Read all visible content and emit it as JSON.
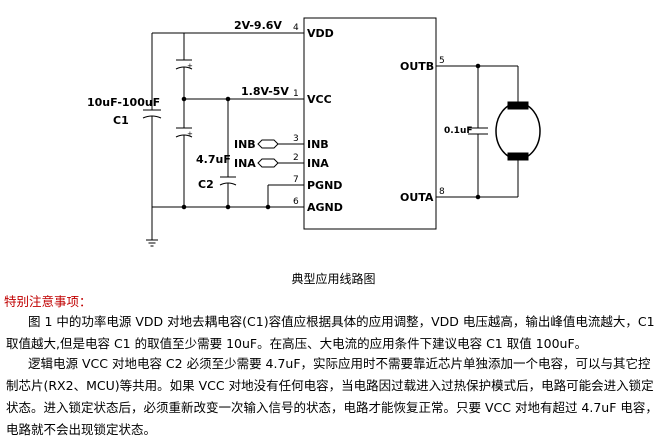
{
  "schematic": {
    "pins_left": [
      {
        "num": "4",
        "name": "VDD"
      },
      {
        "num": "1",
        "name": "VCC"
      },
      {
        "num": "3",
        "name": "INB"
      },
      {
        "num": "2",
        "name": "INA"
      },
      {
        "num": "7",
        "name": "PGND"
      },
      {
        "num": "6",
        "name": "AGND"
      }
    ],
    "pins_right": [
      {
        "num": "5",
        "name": "OUTB"
      },
      {
        "num": "8",
        "name": "OUTA"
      }
    ],
    "net_labels": {
      "vdd_range": "2V-9.6V",
      "vcc_range": "1.8V-5V"
    },
    "signal_inputs": {
      "inb": "INB",
      "ina": "INA"
    },
    "capacitors": {
      "c1_value": "10uF-100uF",
      "c1_name": "C1",
      "c2_value": "4.7uF",
      "c2_name": "C2",
      "out_value": "0.1uF"
    },
    "polarity_mark": "+",
    "colors": {
      "line": "#000000",
      "fill": "#ffffff"
    }
  },
  "caption": "典型应用线路图",
  "notes_title": "特别注意事项：",
  "paragraphs": [
    "图 1 中的功率电源 VDD 对地去耦电容(C1)容值应根据具体的应用调整，VDD 电压越高，输出峰值电流越大，C1 取值越大,但是电容 C1 的取值至少需要 10uF。在高压、大电流的应用条件下建议电容 C1 取值 100uF。",
    "逻辑电源 VCC 对地电容 C2 必须至少需要 4.7uF，实际应用时不需要靠近芯片单独添加一个电容，可以与其它控制芯片(RX2、MCU)等共用。如果 VCC 对地没有任何电容，当电路因过载进入过热保护模式后，电路可能会进入锁定状态。进入锁定状态后，必须重新改变一次输入信号的状态，电路才能恢复正常。只要 VCC 对地有超过 4.7uF 电容，电路就不会出现锁定状态。"
  ]
}
